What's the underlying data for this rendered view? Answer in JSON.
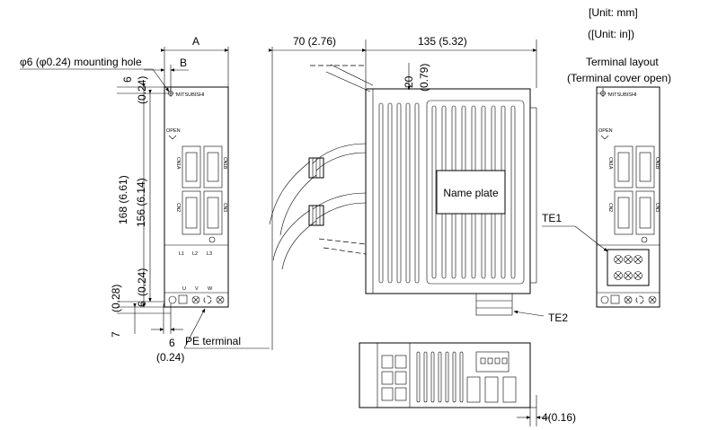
{
  "units": {
    "mm": "[Unit: mm]",
    "in": "([Unit: in])"
  },
  "front_view": {
    "dim_A": "A",
    "dim_B": "B",
    "mounting_hole": "φ6 (φ0.24) mounting hole",
    "dim_top_6": "6",
    "dim_top_024": "(0.24)",
    "dim_168": "168 (6.61)",
    "dim_156": "156 (6.14)",
    "dim_bot_6": "6",
    "dim_bot_024": "(0.24)",
    "dim_7": "7",
    "dim_028": "(0.28)",
    "dim_6_bottom": "6",
    "dim_024_bottom": "(0.24)",
    "brand": "MITSUBISHI",
    "open_label": "OPEN",
    "cn1a": "CN1A",
    "cn1b": "CN1B",
    "cn2": "CN2",
    "cn3": "CN3",
    "l1": "L1",
    "l2": "L2",
    "l3": "L3",
    "u": "U",
    "v": "V",
    "w": "W",
    "pe_terminal": "PE terminal"
  },
  "side_view": {
    "dim_70": "70 (2.76)",
    "dim_135": "135 (5.32)",
    "dim_20": "20",
    "dim_079": "(0.79)",
    "name_plate": "Name plate",
    "te2": "TE2"
  },
  "bottom_view": {
    "dim_4": "4(0.16)"
  },
  "terminal_layout": {
    "title_1": "Terminal layout",
    "title_2": "(Terminal cover open)",
    "brand": "MITSUBISHI",
    "open_label": "OPEN",
    "cn1a": "CN1A",
    "cn1b": "CN1B",
    "cn2": "CN2",
    "cn3": "CN3",
    "te1": "TE1"
  }
}
